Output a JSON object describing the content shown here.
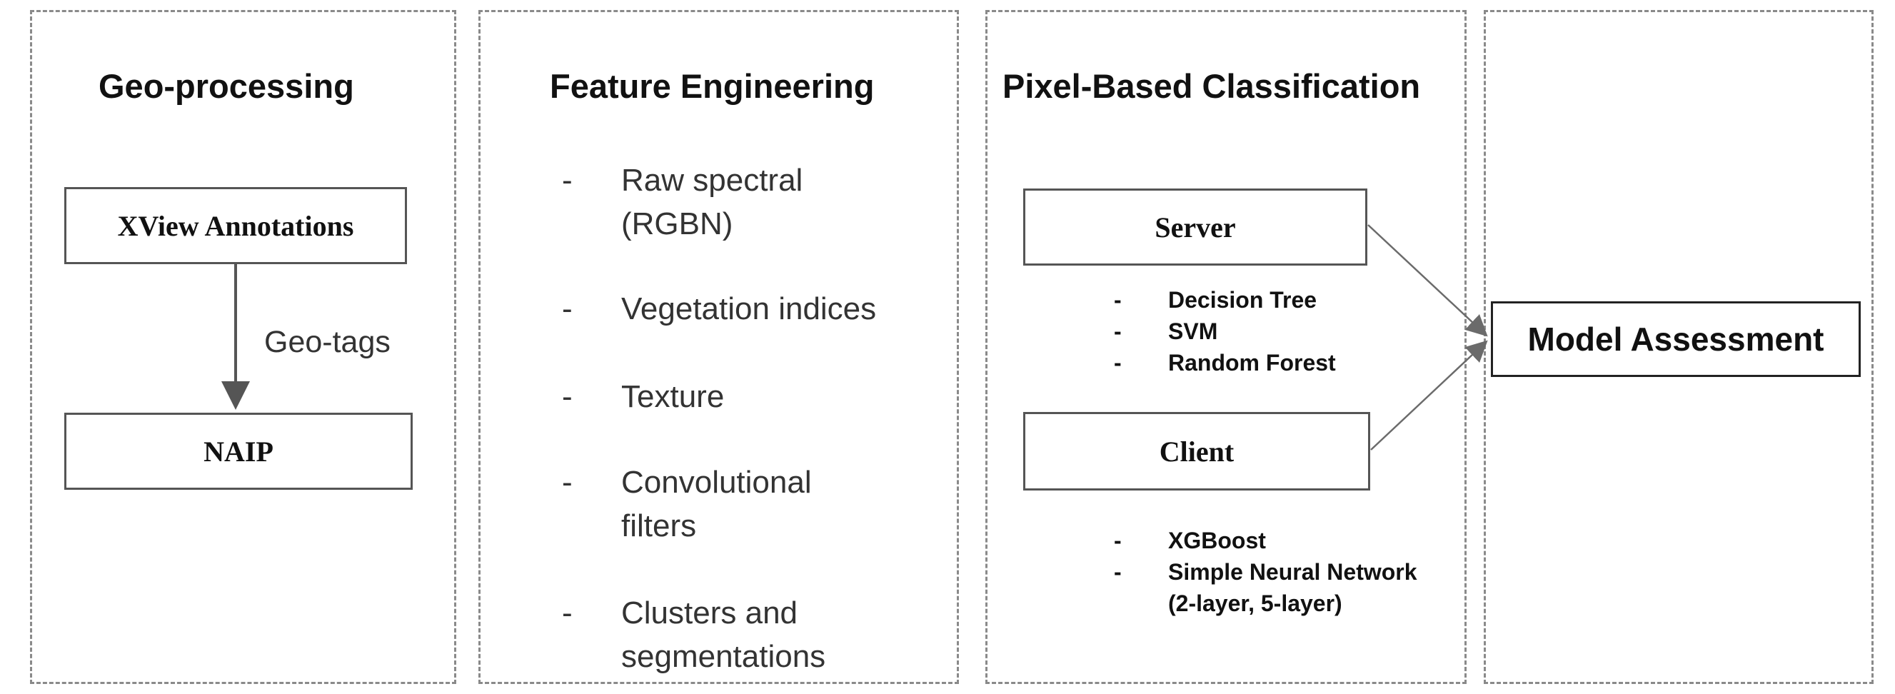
{
  "panels": {
    "geo": {
      "title": "Geo-processing",
      "top_box": "XView Annotations",
      "edge_label": "Geo-tags",
      "bottom_box": "NAIP"
    },
    "feature": {
      "title": "Feature Engineering",
      "bullet": "-",
      "items": [
        {
          "line1": "Raw spectral",
          "line2": "(RGBN)"
        },
        {
          "line1": "Vegetation indices",
          "line2": ""
        },
        {
          "line1": "Texture",
          "line2": ""
        },
        {
          "line1": "Convolutional",
          "line2": "filters"
        },
        {
          "line1": "Clusters and",
          "line2": "segmentations"
        }
      ]
    },
    "pixel": {
      "title": "Pixel-Based Classification",
      "bullet": "-",
      "server_label": "Server",
      "server_items": [
        "Decision Tree",
        "SVM",
        "Random Forest"
      ],
      "client_label": "Client",
      "client_items": [
        "XGBoost",
        "Simple Neural Network",
        "(2-layer, 5-layer)"
      ]
    },
    "model": {
      "box_label": "Model Assessment"
    }
  },
  "colors": {
    "border_dashed": "#8a8a8a",
    "box_border": "#555555",
    "arrow": "#6b6b6b",
    "text": "#111111",
    "muted_text": "#333333"
  }
}
